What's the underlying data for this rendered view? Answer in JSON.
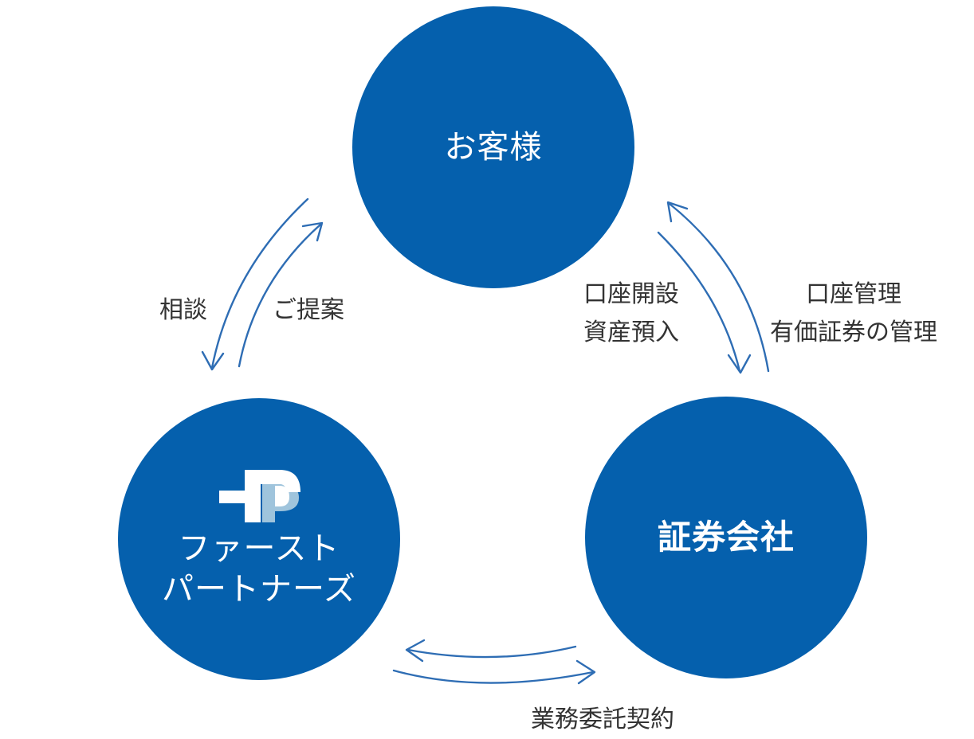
{
  "colors": {
    "node_fill": "#0560ad",
    "arrow": "#2e6db4",
    "text_dark": "#333333",
    "logo_light": "#9fc4dc"
  },
  "nodes": {
    "customer": {
      "label": "お客様"
    },
    "fp": {
      "label_lines": [
        "ファースト",
        "パートナーズ"
      ],
      "logo_icon": "fp-logo-icon"
    },
    "securities": {
      "label": "証券会社"
    }
  },
  "edges": {
    "customer_fp": {
      "left_label": "相談",
      "right_label": "ご提案"
    },
    "customer_securities": {
      "open_lines": [
        "口座開設",
        "資産預入"
      ],
      "manage_lines": [
        "口座管理",
        "有価証券の管理"
      ]
    },
    "fp_securities": {
      "label": "業務委託契約"
    }
  }
}
